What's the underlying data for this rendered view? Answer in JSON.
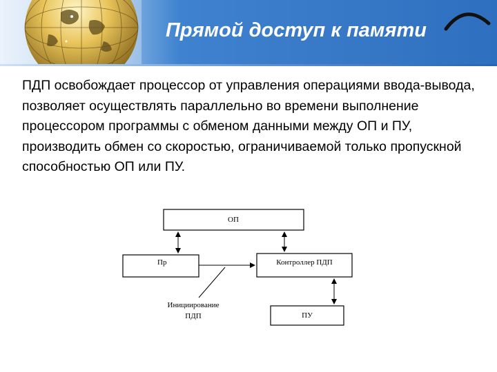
{
  "slide": {
    "title": "Прямой доступ к памяти",
    "paragraph": "ПДП освобождает процессор от управления операциями ввода-вывода, позволяет осуществлять параллельно во времени выполнение процессором программы с обменом данными между ОП и ПУ, производить обмен со скоростью, ограничиваемой только пропускной способностью ОП или ПУ."
  },
  "diagram": {
    "blocks": {
      "op": "ОП",
      "pr": "Пр",
      "controller": "Контроллер ПДП",
      "pu": "ПУ"
    },
    "annotation_line1": "Инициирование",
    "annotation_line2": "ПДП"
  },
  "colors": {
    "header_blue": "#2f6fbf",
    "title_text": "#ffffff",
    "body_text": "#000000"
  },
  "icons": [
    "globe-icon",
    "arc-icon"
  ]
}
